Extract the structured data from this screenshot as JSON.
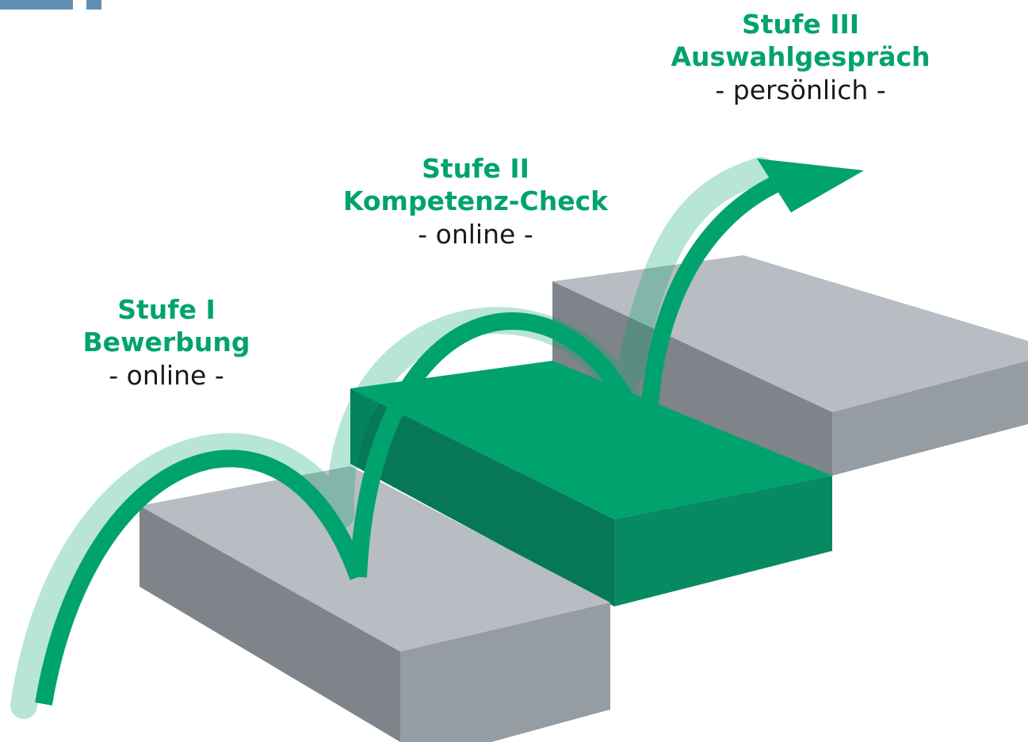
{
  "colors": {
    "accent_green": "#00a36e",
    "step_green_top": "#00a36e",
    "step_green_front": "#078a61",
    "step_green_side": "#067858",
    "step_gray_top": "#b7bdc2",
    "step_gray_front": "#959ca2",
    "step_gray_side": "#7e8489",
    "text_dark": "#1a1a1a",
    "header_bar": "#5f8fb5"
  },
  "stages": [
    {
      "title": "Stufe I",
      "subtitle": "Bewerbung",
      "mode": "- online -"
    },
    {
      "title": "Stufe II",
      "subtitle": "Kompetenz-Check",
      "mode": "- online -"
    },
    {
      "title": "Stufe III",
      "subtitle": "Auswahlgespräch",
      "mode": "- persönlich -"
    }
  ]
}
